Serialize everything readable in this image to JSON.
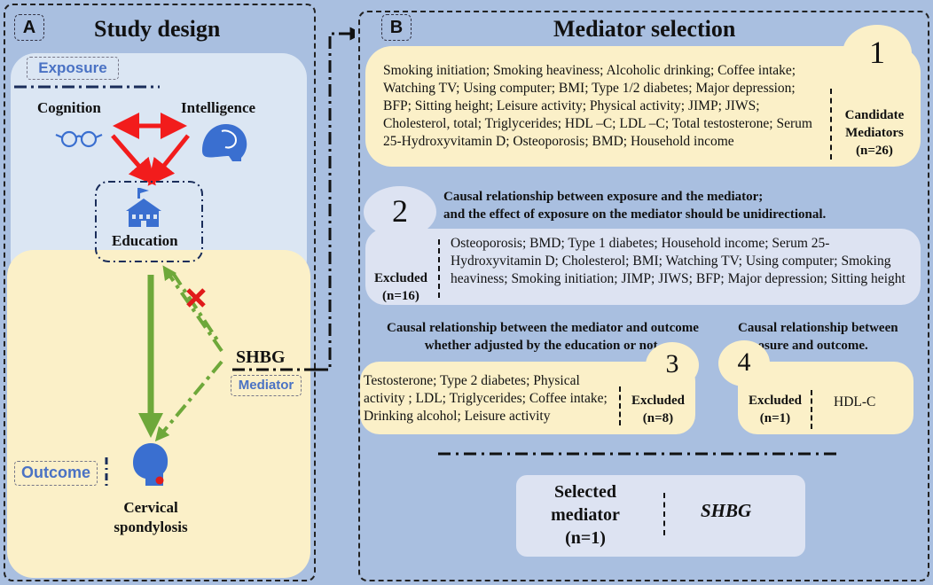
{
  "panel_a": {
    "letter": "A",
    "title": "Study design",
    "exposure_tag": "Exposure",
    "cognition": "Cognition",
    "intelligence": "Intelligence",
    "education": "Education",
    "mediator_name": "SHBG",
    "mediator_tag": "Mediator",
    "outcome_tag": "Outcome",
    "outcome_line1": "Cervical",
    "outcome_line2": "spondylosis"
  },
  "panel_b": {
    "letter": "B",
    "title": "Mediator selection",
    "step1": {
      "number": "1",
      "text": "Smoking initiation; Smoking heaviness; Alcoholic drinking; Coffee intake; Watching TV; Using computer; BMI; Type 1/2 diabetes; Major depression; BFP; Sitting height; Leisure activity; Physical activity; JIMP; JIWS; Cholesterol, total; Triglycerides; HDL –C; LDL –C; Total testosterone; Serum 25-Hydroxyvitamin D; Osteoporosis; BMD; Household income",
      "side_line1": "Candidate",
      "side_line2": "Mediators",
      "side_line3": "(n=26)"
    },
    "step2": {
      "number": "2",
      "heading_line1": "Causal relationship between exposure and the mediator;",
      "heading_line2": "and the effect of exposure on the mediator should be unidirectional.",
      "side_line1": "Excluded",
      "side_line2": "(n=16)",
      "text": "Osteoporosis; BMD; Type 1 diabetes; Household income; Serum 25-Hydroxyvitamin D; Cholesterol; BMI; Watching TV; Using computer; Smoking heaviness; Smoking initiation; JIMP; JIWS; BFP; Major depression; Sitting height"
    },
    "step3": {
      "number": "3",
      "heading_line1": "Causal relationship between the mediator and outcome",
      "heading_line2": "whether adjusted by the education or not.",
      "text": "Testosterone; Type 2 diabetes; Physical activity ; LDL; Triglycerides; Coffee intake; Drinking alcohol; Leisure activity",
      "side_line1": "Excluded",
      "side_line2": "(n=8)"
    },
    "step4": {
      "number": "4",
      "heading_line1": "Causal relationship between",
      "heading_line2": "exposure and outcome.",
      "side_line1": "Excluded",
      "side_line2": "(n=1)",
      "text": "HDL-C"
    },
    "selected": {
      "line1": "Selected",
      "line2": "mediator",
      "line3": "(n=1)",
      "value": "SHBG"
    }
  },
  "colors": {
    "background": "#a9bfe0",
    "exposure_panel": "#dbe6f3",
    "yellow_box": "#fbf0c8",
    "lavender_box": "#dde3f2",
    "red_arrow": "#f21c1c",
    "green_arrow": "#6ea83a",
    "icon_blue": "#3a6fd0",
    "tag_text": "#4a72c4"
  },
  "icons": [
    "glasses-icon",
    "head-brain-icon",
    "school-building-icon",
    "head-neck-icon",
    "cross-mark-icon"
  ]
}
